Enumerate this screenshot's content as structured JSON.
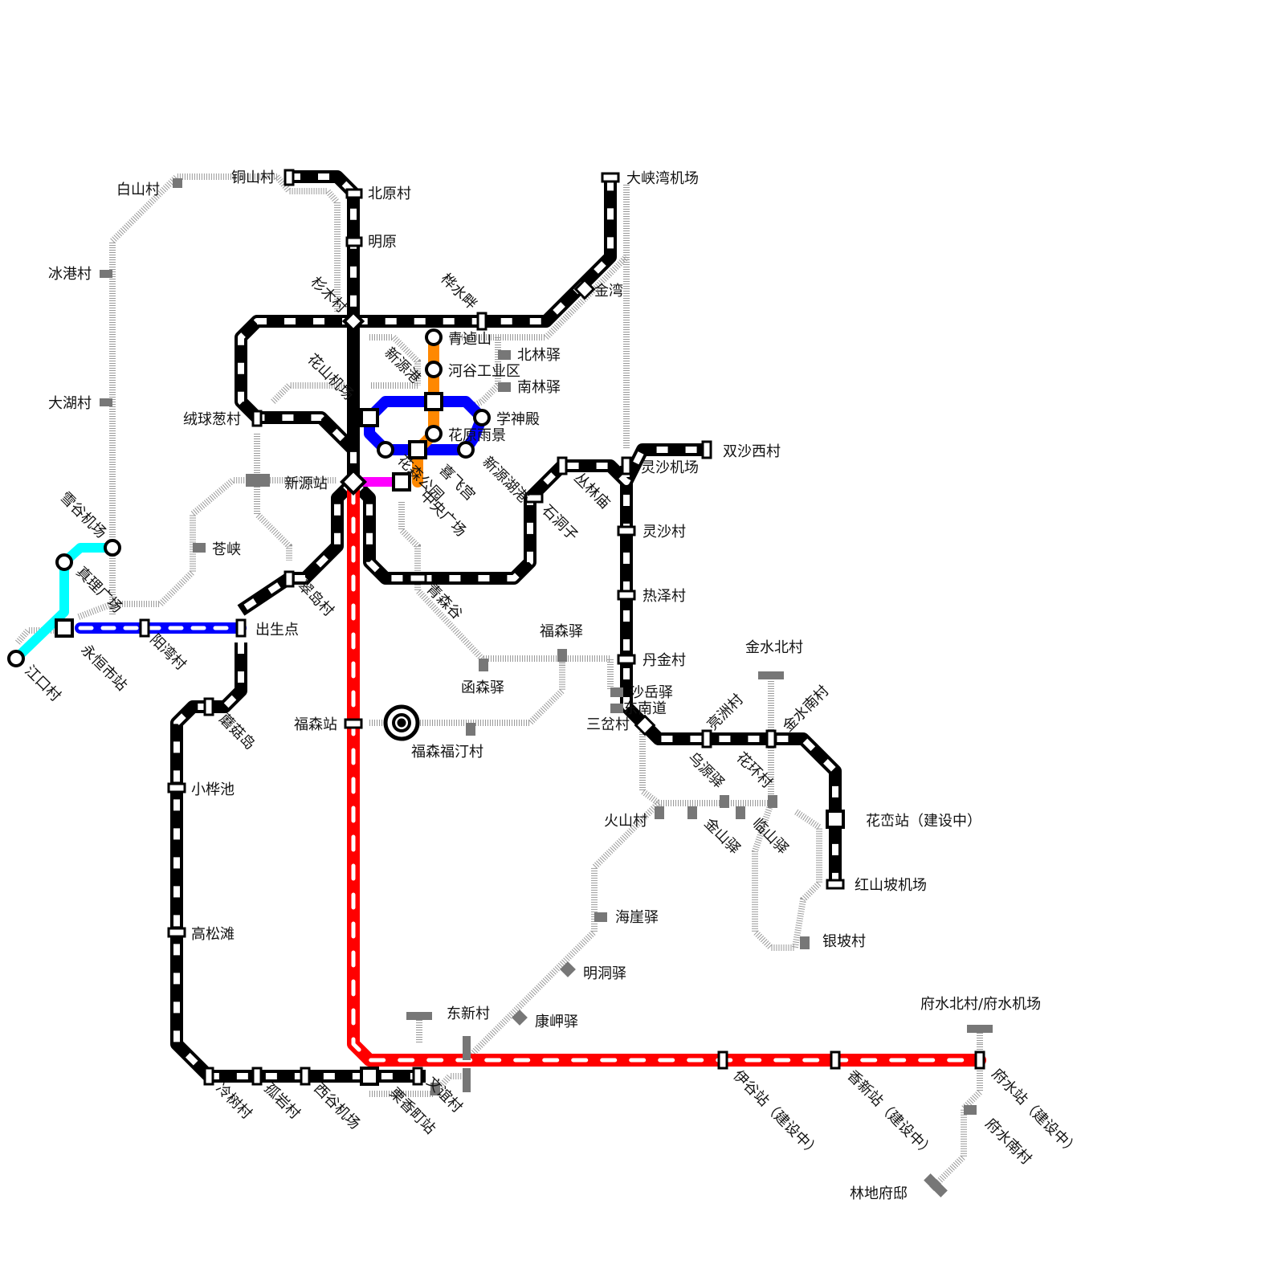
{
  "colors": {
    "rail_black": "#000000",
    "metro_red": "#ff0000",
    "metro_blue": "#0000ff",
    "metro_orange": "#ff8800",
    "metro_cyan": "#00ffff",
    "metro_magenta": "#ff00ff",
    "minor_gray": "#999999",
    "minor_stop_gray": "#777777"
  },
  "stations": {
    "tongshan": "铜山村",
    "beiyuan": "北原村",
    "mingyuan": "明原",
    "baishan": "白山村",
    "binggang": "冰港村",
    "dahu": "大湖村",
    "xuegu_airport": "雪谷机场",
    "zhenli": "真理广场",
    "jiangkou": "江口村",
    "yongheng": "永恒市站",
    "yangwan": "阳湾村",
    "chushengdian": "出生点",
    "shanmu": "杉木村",
    "huashan_airport": "花山机场",
    "xinyuangang": "新源港",
    "rongqiu": "绒球葱村",
    "xinyuan": "新源站",
    "cangxia": "苍峡",
    "cuidao": "翠岛村",
    "mogudao": "蘑菇岛",
    "xiaohuachi": "小桦池",
    "gaosongtan": "高松滩",
    "lengshu": "冷树村",
    "guyan": "孤岩村",
    "xigu_airport": "西谷机场",
    "lixiang": "栗香町站",
    "wenyi": "文谊村",
    "huashuipan": "桦水畔",
    "qingyu": "青逌山",
    "hegu": "河谷工业区",
    "beilin": "北林驿",
    "nanlin": "南林驿",
    "xueshen": "学神殿",
    "huayuan_yujing": "花原雨景",
    "huasen_park": "花森公园",
    "xifei": "喜飞宫",
    "central_plaza": "中央广场",
    "xinyuan_hugang": "新源湖港",
    "jinwan": "金湾",
    "daxiawan_airport": "大峡湾机场",
    "shuangsha_west": "双沙西村",
    "lingsha_airport": "灵沙机场",
    "conglin": "丛林庙",
    "shidongzi": "石洞子",
    "lingsha": "灵沙村",
    "reze": "热泽村",
    "danjin": "丹金村",
    "qingsengu": "青森谷",
    "fusen_yi": "福森驿",
    "hansen": "函森驿",
    "fusen": "福森站",
    "fusen_futing": "福森福汀村",
    "shayue": "沙岳驿",
    "dongnandao": "东南道",
    "sancha": "三岔村",
    "liangzhou": "亮洲村",
    "jinshui_north": "金水北村",
    "jinshui_south": "金水南村",
    "wuyuan": "乌源驿",
    "huahuan": "花环村",
    "huoshan": "火山村",
    "jinshan": "金山驿",
    "linshan": "临山驿",
    "huaduan": "花峦站（建设中）",
    "hongshanpo_airport": "红山坡机场",
    "yinpo": "银坡村",
    "haiya": "海崖驿",
    "mingdong": "明洞驿",
    "kangxia": "康岬驿",
    "dongxin": "东新村",
    "yigu": "伊谷站（建设中）",
    "xiangxin": "香新站（建设中）",
    "fushui_north": "府水北村/府水机场",
    "fushui": "府水站（建设中）",
    "fushui_south": "府水南村",
    "lindi": "林地府邸"
  }
}
